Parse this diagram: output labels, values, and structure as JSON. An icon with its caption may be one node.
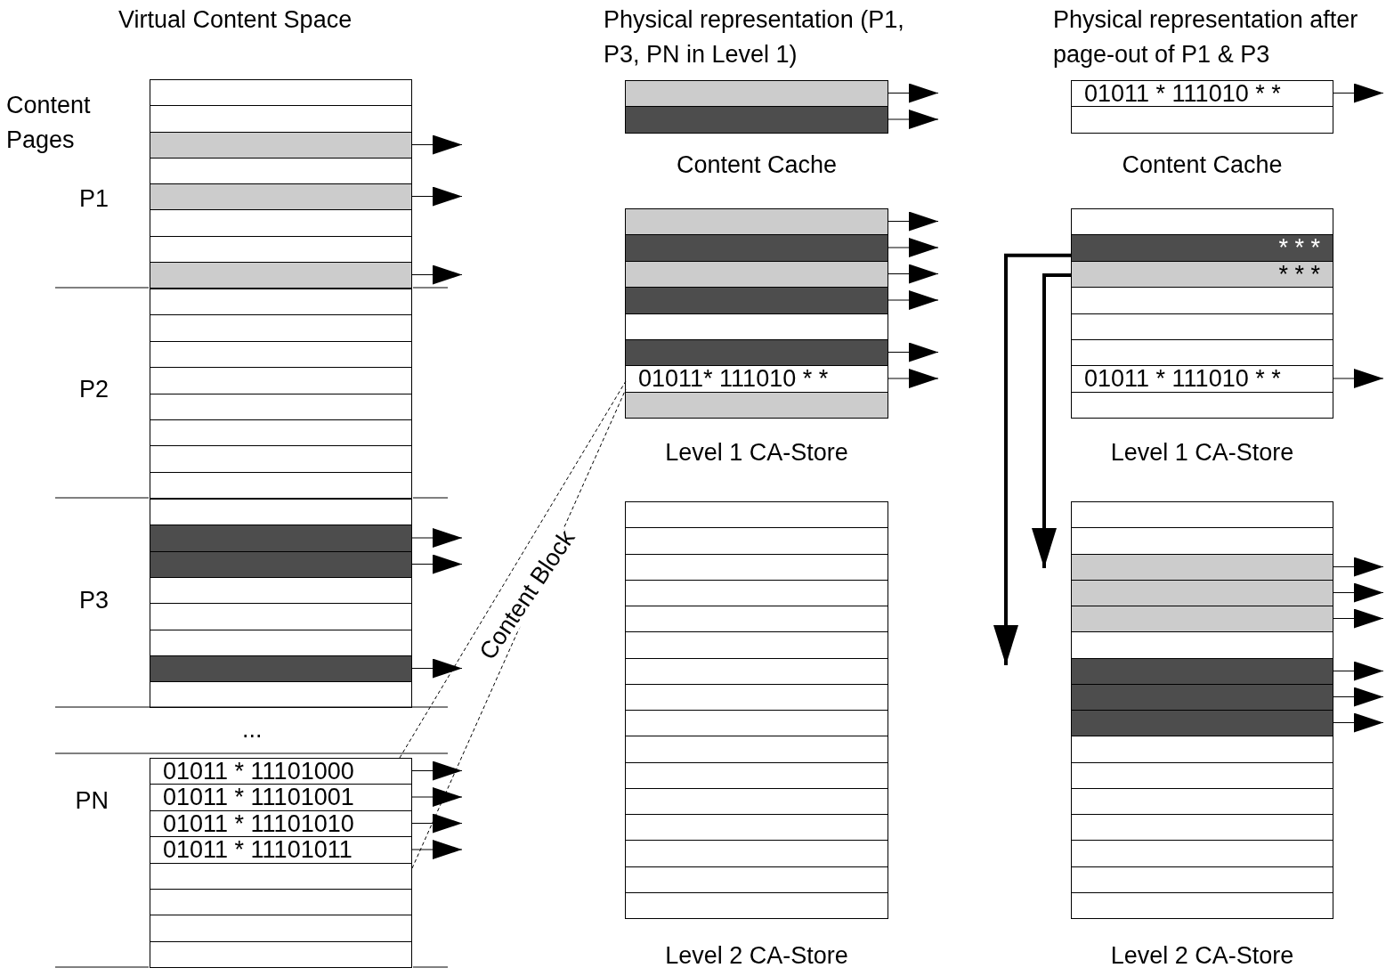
{
  "diagram": {
    "nodes": [
      {
        "text": [
          "P1"
        ]
      },
      {
        "text": [],
        "shape": "box",
        "in": 0
      },
      {
        "text": [],
        "shape": "box",
        "in": 0
      },
      {
        "text": [],
        "shape": "box",
        "in": 0
      },
      {
        "text": [],
        "shape": "box",
        "in": 0
      },
      {
        "text": [],
        "shape": "box",
        "in": 0
      },
      {
        "text": [],
        "shape": "box",
        "in": 0
      },
      {
        "text": [],
        "shape": "box",
        "in": 0
      },
      {
        "text": [],
        "shape": "box",
        "in": 0
      },
      {
        "text": [
          "P2"
        ]
      },
      {
        "text": [],
        "shape": "box",
        "in": 9
      },
      {
        "text": [],
        "shape": "box",
        "in": 9
      },
      {
        "text": [],
        "shape": "box",
        "in": 9
      },
      {
        "text": [],
        "shape": "box",
        "in": 9
      },
      {
        "text": [],
        "shape": "box",
        "in": 9
      },
      {
        "text": [],
        "shape": "box",
        "in": 9
      },
      {
        "text": [],
        "shape": "box",
        "in": 9
      },
      {
        "text": [],
        "shape": "box",
        "in": 9
      },
      {
        "text": [
          "P3"
        ]
      },
      {
        "text": [],
        "shape": "box",
        "in": 18
      },
      {
        "text": [],
        "shape": "box",
        "in": 18
      },
      {
        "text": [],
        "shape": "box",
        "in": 18
      },
      {
        "text": [],
        "shape": "box",
        "in": 18
      },
      {
        "text": [],
        "shape": "box",
        "in": 18
      },
      {
        "text": [],
        "shape": "box",
        "in": 18
      },
      {
        "text": [],
        "shape": "box",
        "in": 18
      },
      {
        "text": [],
        "shape": "box",
        "in": 18
      },
      {
        "text": [
          "PN"
        ]
      },
      {
        "text": [
          "01011 * 11101000"
        ],
        "in": 27
      },
      {
        "text": [
          "01011 * 11101001"
        ],
        "in": 27
      },
      {
        "text": [
          "01011 * 11101010"
        ],
        "in": 27
      },
      {
        "text": [
          "01011 * 11101011"
        ],
        "in": 27
      },
      {
        "text": [],
        "shape": "box",
        "in": 27
      },
      {
        "text": [],
        "shape": "box",
        "in": 27
      },
      {
        "text": [],
        "shape": "box",
        "in": 27
      },
      {
        "text": [],
        "shape": "box",
        "in": 27
      },
      {
        "text": [
          "Content Cache"
        ]
      },
      {
        "text": [],
        "shape": "box",
        "in": 36
      },
      {
        "text": [],
        "shape": "box",
        "in": 36
      },
      {
        "text": [
          "Level 1 CA-Store"
        ]
      },
      {
        "text": [],
        "shape": "box",
        "in": 39
      },
      {
        "text": [],
        "shape": "box",
        "in": 39
      },
      {
        "text": [],
        "shape": "box",
        "in": 39
      },
      {
        "text": [],
        "shape": "box",
        "in": 39
      },
      {
        "text": [],
        "shape": "box",
        "in": 39
      },
      {
        "text": [],
        "shape": "box",
        "in": 39
      },
      {
        "text": [
          "01011* 111010 * *"
        ],
        "in": 39
      },
      {
        "text": [],
        "shape": "box",
        "in": 39
      },
      {
        "text": [
          "Level 2 CA-Store"
        ]
      },
      {
        "text": [],
        "shape": "box",
        "in": 48
      },
      {
        "text": [],
        "shape": "box",
        "in": 48
      },
      {
        "text": [],
        "shape": "box",
        "in": 48
      },
      {
        "text": [],
        "shape": "box",
        "in": 48
      },
      {
        "text": [],
        "shape": "box",
        "in": 48
      },
      {
        "text": [],
        "shape": "box",
        "in": 48
      },
      {
        "text": [],
        "shape": "box",
        "in": 48
      },
      {
        "text": [],
        "shape": "box",
        "in": 48
      },
      {
        "text": [],
        "shape": "box",
        "in": 48
      },
      {
        "text": [],
        "shape": "box",
        "in": 48
      },
      {
        "text": [],
        "shape": "box",
        "in": 48
      },
      {
        "text": [],
        "shape": "box",
        "in": 48
      },
      {
        "text": [],
        "shape": "box",
        "in": 48
      },
      {
        "text": [],
        "shape": "box",
        "in": 48
      },
      {
        "text": [],
        "shape": "box",
        "in": 48
      },
      {
        "text": [],
        "shape": "box",
        "in": 48
      },
      {
        "text": [
          "Content Cache"
        ]
      },
      {
        "text": [
          "01011 * 111010 * *"
        ],
        "in": 65
      },
      {
        "text": [],
        "shape": "box",
        "in": 65
      },
      {
        "text": [
          "Level 1 CA-Store"
        ]
      },
      {
        "text": [],
        "shape": "box",
        "in": 68
      },
      {
        "text": [
          "* * *"
        ],
        "in": 68
      },
      {
        "text": [
          "* * *"
        ],
        "in": 68
      },
      {
        "text": [],
        "shape": "box",
        "in": 68
      },
      {
        "text": [],
        "shape": "box",
        "in": 68
      },
      {
        "text": [],
        "shape": "box",
        "in": 68
      },
      {
        "text": [
          "01011 * 111010 * *"
        ],
        "in": 68
      },
      {
        "text": [],
        "shape": "box",
        "in": 68
      },
      {
        "text": [
          "Level 2 CA-Store"
        ]
      },
      {
        "text": [],
        "shape": "box",
        "in": 77
      },
      {
        "text": [],
        "shape": "box",
        "in": 77
      },
      {
        "text": [],
        "shape": "box",
        "in": 77
      },
      {
        "text": [],
        "shape": "box",
        "in": 77
      },
      {
        "text": [],
        "shape": "box",
        "in": 77
      },
      {
        "text": [],
        "shape": "box",
        "in": 77
      },
      {
        "text": [],
        "shape": "box",
        "in": 77
      },
      {
        "text": [],
        "shape": "box",
        "in": 77
      },
      {
        "text": [],
        "shape": "box",
        "in": 77
      },
      {
        "text": [],
        "shape": "box",
        "in": 77
      },
      {
        "text": [],
        "shape": "box",
        "in": 77
      },
      {
        "text": [],
        "shape": "box",
        "in": 77
      },
      {
        "text": [],
        "shape": "box",
        "in": 77
      },
      {
        "text": [],
        "shape": "box",
        "in": 77
      },
      {
        "text": [],
        "shape": "box",
        "in": 77
      },
      {
        "text": [],
        "shape": "box",
        "in": 77
      }
    ],
    "edges": [
      {
        "from": 3,
        "to": null,
        "arrow": "to"
      },
      {
        "from": 5,
        "to": null,
        "arrow": "to"
      },
      {
        "from": 8,
        "to": null,
        "arrow": "to"
      },
      {
        "from": 20,
        "to": null,
        "arrow": "to"
      },
      {
        "from": 21,
        "to": null,
        "arrow": "to"
      },
      {
        "from": 25,
        "to": null,
        "arrow": "to"
      },
      {
        "from": 28,
        "to": null,
        "arrow": "to"
      },
      {
        "from": 29,
        "to": null,
        "arrow": "to"
      },
      {
        "from": 30,
        "to": null,
        "arrow": "to"
      },
      {
        "from": 31,
        "to": null,
        "arrow": "to"
      },
      {
        "from": 37,
        "to": null,
        "arrow": "to"
      },
      {
        "from": 38,
        "to": null,
        "arrow": "to"
      },
      {
        "from": 40,
        "to": null,
        "arrow": "to"
      },
      {
        "from": 41,
        "to": null,
        "arrow": "to"
      },
      {
        "from": 42,
        "to": null,
        "arrow": "to"
      },
      {
        "from": 43,
        "to": null,
        "arrow": "to"
      },
      {
        "from": 45,
        "to": null,
        "arrow": "to"
      },
      {
        "from": 46,
        "to": null,
        "arrow": "to"
      },
      {
        "from": 66,
        "to": null,
        "arrow": "to"
      },
      {
        "from": 75,
        "to": null,
        "arrow": "to"
      },
      {
        "from": 80,
        "to": null,
        "arrow": "to"
      },
      {
        "from": 81,
        "to": null,
        "arrow": "to"
      },
      {
        "from": 82,
        "to": null,
        "arrow": "to"
      },
      {
        "from": 84,
        "to": null,
        "arrow": "to"
      },
      {
        "from": 85,
        "to": null,
        "arrow": "to"
      },
      {
        "from": 86,
        "to": null,
        "arrow": "to"
      },
      {
        "from": 27,
        "to": 46,
        "arrow": "none",
        "style": "dashed",
        "label": "Content Block"
      },
      {
        "from": 27,
        "to": 46,
        "arrow": "none",
        "style": "dashed"
      },
      {
        "from": 70,
        "to": 84,
        "arrow": "to",
        "style": "thick"
      },
      {
        "from": 71,
        "to": 80,
        "arrow": "to",
        "style": "thick"
      }
    ],
    "labels": [
      "Virtual Content Space",
      "Physical representation (P1, P3, PN in Level 1)",
      "Physical representation after page-out of P1 & P3",
      "Content Pages",
      "..."
    ]
  }
}
